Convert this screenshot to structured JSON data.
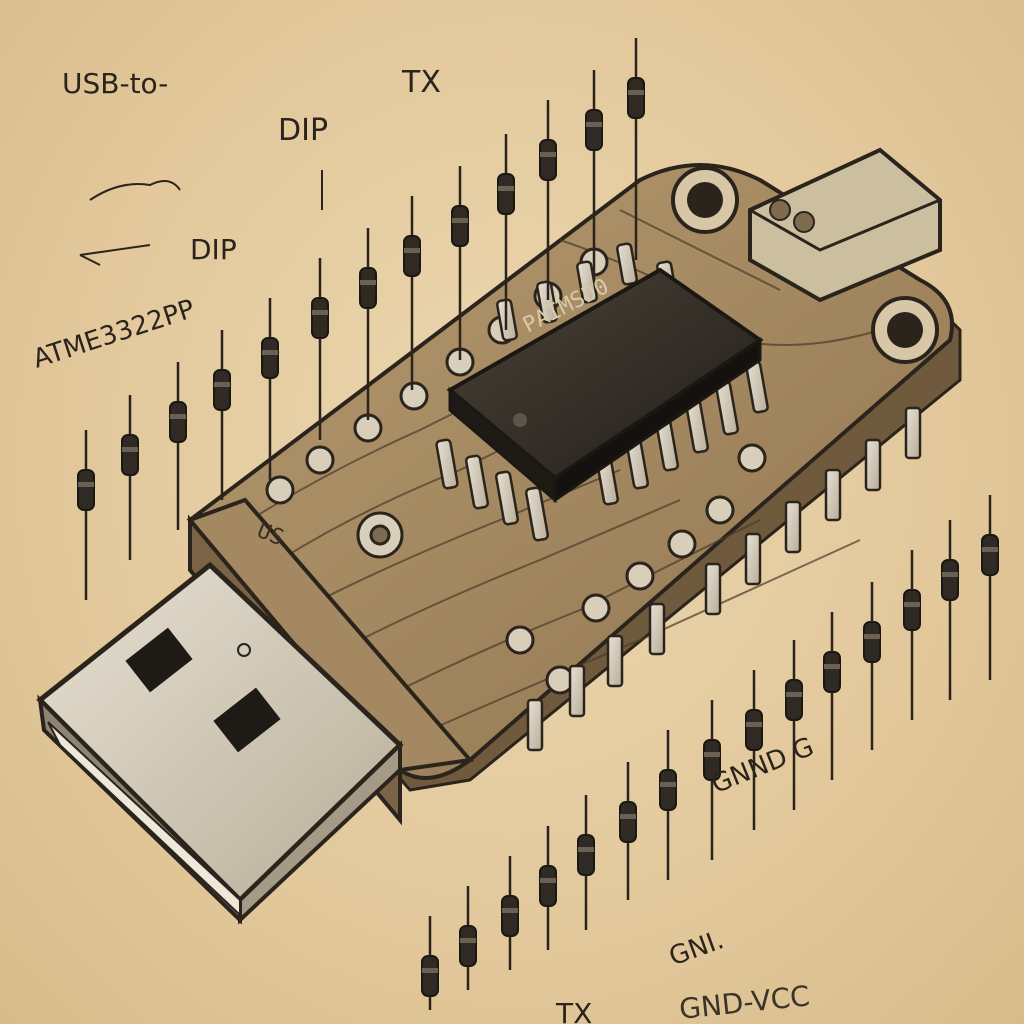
{
  "labels": {
    "usb_to": "USB-to-",
    "tx_top": "TX",
    "dip_top": "DIP",
    "dip_left": "DIP",
    "atmega": "ATME3322PP",
    "gnd_right": "GNND G",
    "gnd_lower": "GNI.",
    "gnd_vcc": "GND-VCC",
    "tx_bottom": "TX",
    "chip_marking": "PAIMSD0",
    "housing_marking": "US"
  },
  "colors": {
    "paper": "#e6cfa6",
    "ink": "#2a241c",
    "board": "#a98e68",
    "metal": "#d9d1c2",
    "chip": "#2f2a24"
  }
}
